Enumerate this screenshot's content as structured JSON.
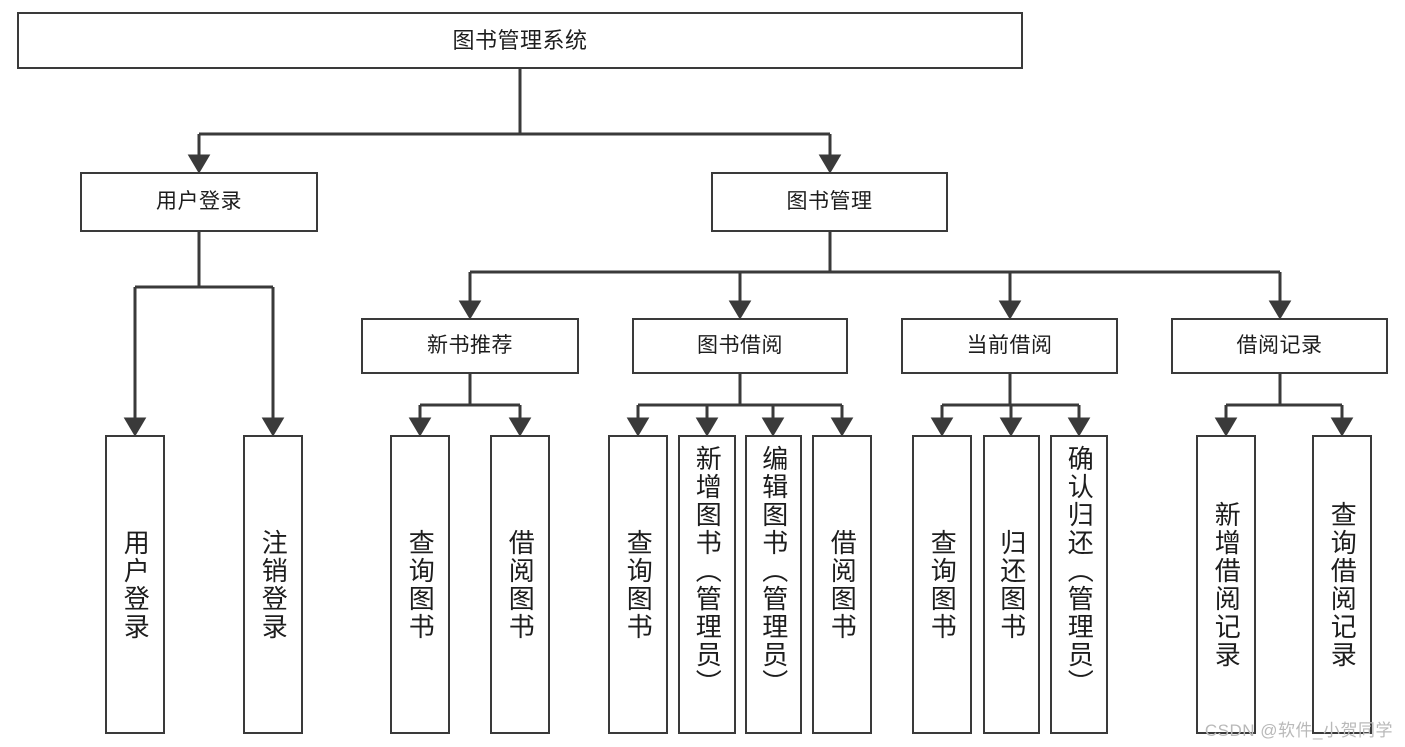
{
  "diagram": {
    "type": "tree",
    "title": "图书管理系统",
    "root": {
      "id": "root",
      "label": "图书管理系统"
    },
    "level2": [
      {
        "id": "user-login",
        "label": "用户登录"
      },
      {
        "id": "book-manage",
        "label": "图书管理"
      }
    ],
    "level3": [
      {
        "id": "new-book-rec",
        "label": "新书推荐"
      },
      {
        "id": "book-borrow",
        "label": "图书借阅"
      },
      {
        "id": "current-borrow",
        "label": "当前借阅"
      },
      {
        "id": "borrow-record",
        "label": "借阅记录"
      }
    ],
    "leaves": {
      "user_login": [
        {
          "id": "leaf-user-login",
          "label": "用户登录"
        },
        {
          "id": "leaf-user-logout",
          "label": "注销登录"
        }
      ],
      "new_book_rec": [
        {
          "id": "leaf-query-book-1",
          "label": "查询图书"
        },
        {
          "id": "leaf-borrow-book-1",
          "label": "借阅图书"
        }
      ],
      "book_borrow": [
        {
          "id": "leaf-query-book-2",
          "label": "查询图书"
        },
        {
          "id": "leaf-add-book",
          "label": "新增图书（管理员）"
        },
        {
          "id": "leaf-edit-book",
          "label": "编辑图书（管理员）"
        },
        {
          "id": "leaf-borrow-book-2",
          "label": "借阅图书"
        }
      ],
      "current_borrow": [
        {
          "id": "leaf-query-book-3",
          "label": "查询图书"
        },
        {
          "id": "leaf-return-book",
          "label": "归还图书"
        },
        {
          "id": "leaf-confirm-return",
          "label": "确认归还（管理员）"
        }
      ],
      "borrow_record": [
        {
          "id": "leaf-add-record",
          "label": "新增借阅记录"
        },
        {
          "id": "leaf-query-record",
          "label": "查询借阅记录"
        }
      ]
    }
  },
  "watermark": {
    "text": "CSDN @软件_小贺同学"
  },
  "colors": {
    "border": "#3a3a3a",
    "text": "#1d1d1d",
    "background": "#ffffff",
    "watermark": "#b9b9b9"
  }
}
